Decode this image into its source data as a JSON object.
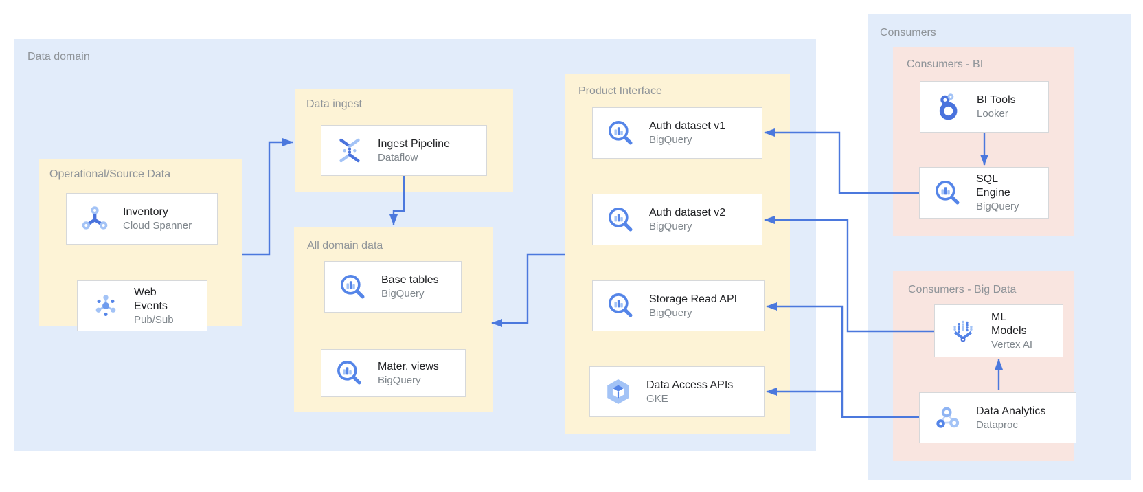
{
  "panels": {
    "data_domain": {
      "label": "Data domain"
    },
    "consumers": {
      "label": "Consumers"
    },
    "operational": {
      "label": "Operational/Source Data"
    },
    "data_ingest": {
      "label": "Data ingest"
    },
    "all_domain_data": {
      "label": "All domain data"
    },
    "product_interface": {
      "label": "Product Interface"
    },
    "consumers_bi": {
      "label": "Consumers - BI"
    },
    "consumers_big_data": {
      "label": "Consumers - Big Data"
    }
  },
  "nodes": {
    "inventory": {
      "title": "Inventory",
      "subtitle": "Cloud Spanner",
      "icon": "cloud-spanner-icon"
    },
    "web_events": {
      "title": "Web\nEvents",
      "subtitle": "Pub/Sub",
      "icon": "pubsub-icon"
    },
    "ingest_pipeline": {
      "title": "Ingest Pipeline",
      "subtitle": "Dataflow",
      "icon": "dataflow-icon"
    },
    "base_tables": {
      "title": "Base tables",
      "subtitle": "BigQuery",
      "icon": "bigquery-icon"
    },
    "mater_views": {
      "title": "Mater. views",
      "subtitle": "BigQuery",
      "icon": "bigquery-icon"
    },
    "auth_dataset_v1": {
      "title": "Auth dataset v1",
      "subtitle": "BigQuery",
      "icon": "bigquery-icon"
    },
    "auth_dataset_v2": {
      "title": "Auth dataset v2",
      "subtitle": "BigQuery",
      "icon": "bigquery-icon"
    },
    "storage_read_api": {
      "title": "Storage Read API",
      "subtitle": "BigQuery",
      "icon": "bigquery-icon"
    },
    "data_access_apis": {
      "title": "Data Access APIs",
      "subtitle": "GKE",
      "icon": "gke-icon"
    },
    "bi_tools": {
      "title": "BI Tools",
      "subtitle": "Looker",
      "icon": "looker-icon"
    },
    "sql_engine": {
      "title": "SQL\nEngine",
      "subtitle": "BigQuery",
      "icon": "bigquery-icon"
    },
    "ml_models": {
      "title": "ML\nModels",
      "subtitle": "Vertex AI",
      "icon": "vertex-ai-icon"
    },
    "data_analytics": {
      "title": "Data Analytics",
      "subtitle": "Dataproc",
      "icon": "dataproc-icon"
    }
  },
  "edges": [
    {
      "from": "operational",
      "to": "data_ingest"
    },
    {
      "from": "ingest_pipeline",
      "to": "all_domain_data"
    },
    {
      "from": "product_interface",
      "to": "all_domain_data"
    },
    {
      "from": "bi_tools",
      "to": "sql_engine"
    },
    {
      "from": "sql_engine",
      "to": "auth_dataset_v1"
    },
    {
      "from": "ml_models",
      "to": "auth_dataset_v2"
    },
    {
      "from": "data_analytics",
      "to": "storage_read_api"
    },
    {
      "from": "data_analytics",
      "to": "data_access_apis"
    },
    {
      "from": "data_analytics",
      "to": "ml_models"
    }
  ],
  "colors": {
    "container_blue": "#e2ecfa",
    "group_yellow": "#fdf3d6",
    "group_pink": "#f9e5e0",
    "node_border": "#d6d8da",
    "arrow_blue": "#4b78dd",
    "label_gray": "#8f9499",
    "title_dark": "#202124",
    "subtitle_gray": "#7f868c",
    "icon_blue": "#5585e8",
    "icon_blue_light": "#a3c3f6"
  }
}
